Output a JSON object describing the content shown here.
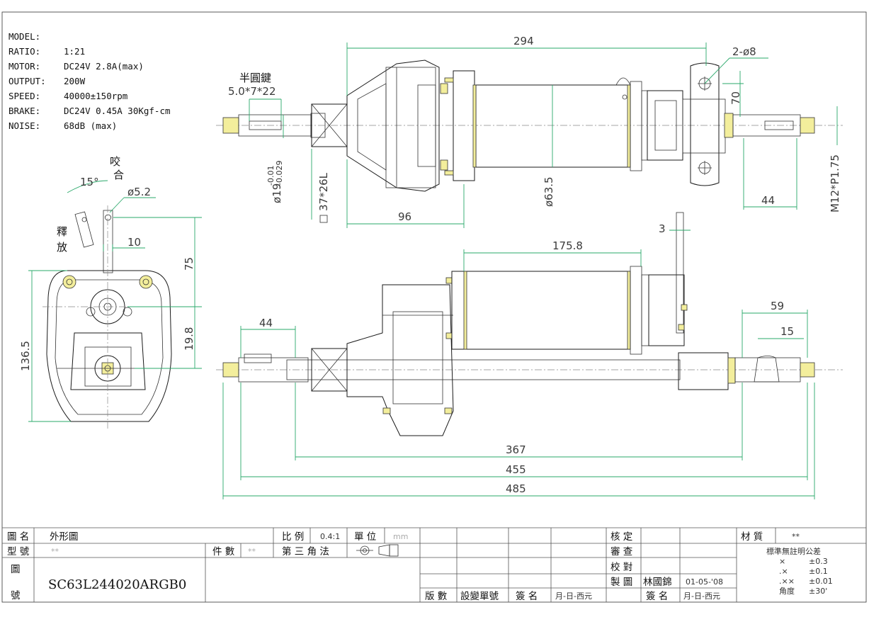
{
  "specs": [
    {
      "label": "MODEL:",
      "value": ""
    },
    {
      "label": "RATIO:",
      "value": "1:21"
    },
    {
      "label": "MOTOR:",
      "value": "DC24V  2.8A(max)"
    },
    {
      "label": "OUTPUT:",
      "value": "200W"
    },
    {
      "label": "SPEED:",
      "value": "40000±150rpm"
    },
    {
      "label": "BRAKE:",
      "value": "DC24V 0.45A 30Kgf-cm"
    },
    {
      "label": "NOISE:",
      "value": "68dB (max)"
    }
  ],
  "side_view": {
    "engage_label_1": "咬",
    "engage_label_2": "合",
    "release_label_1": "釋",
    "release_label_2": "放",
    "angle": "15°",
    "hole_dia": "ø5.2",
    "dim_10": "10",
    "dim_75": "75",
    "dim_19_8": "19.8",
    "dim_136_5": "136.5"
  },
  "top_view": {
    "dim_294": "294",
    "dim_2_holes": "2-ø8",
    "key_label": "半圓鍵",
    "key_size": "5.0*7*22",
    "shaft_dia": "ø19",
    "shaft_tol_upper": "-0.01",
    "shaft_tol_lower": "-0.029",
    "spline": "37*26L",
    "dim_96": "96",
    "motor_dia": "ø63.5",
    "dim_70": "70",
    "dim_44": "44",
    "thread": "M12*P1.75"
  },
  "front_view": {
    "dim_3": "3",
    "dim_175_8": "175.8",
    "dim_44": "44",
    "dim_59": "59",
    "dim_15": "15",
    "dim_367": "367",
    "dim_455": "455",
    "dim_485": "485"
  },
  "title_block": {
    "drawing_name_label": "圖 名",
    "drawing_name": "外形圖",
    "scale_label": "比 例",
    "scale": "0.4:1",
    "unit_label": "單 位",
    "unit": "mm",
    "model_label": "型 號",
    "model_value": "**",
    "qty_label": "件 數",
    "qty_value": "**",
    "projection": "第 三 角 法",
    "drawing_no_label_1": "圖",
    "drawing_no_label_2": "號",
    "drawing_no": "SC63L244020ARGB0",
    "version": "版 數",
    "change_no": "設變單號",
    "sign": "簽 名",
    "date_fmt": "月-日-西元",
    "approve": "核 定",
    "review": "審 查",
    "check": "校 對",
    "drafted": "製 圖",
    "drafter": "林國錦",
    "drafted_date": "01-05-'08",
    "sign2": "簽 名",
    "date_fmt2": "月-日-西元",
    "material_label": "材 質",
    "material": "**",
    "tol_title": "標準無註明公差",
    "tol_rows": [
      {
        "k": "×",
        "v": "±0.3"
      },
      {
        "k": ".×",
        "v": "±0.1"
      },
      {
        "k": ".××",
        "v": "±0.01"
      },
      {
        "k": "角度",
        "v": "±30'"
      }
    ]
  }
}
